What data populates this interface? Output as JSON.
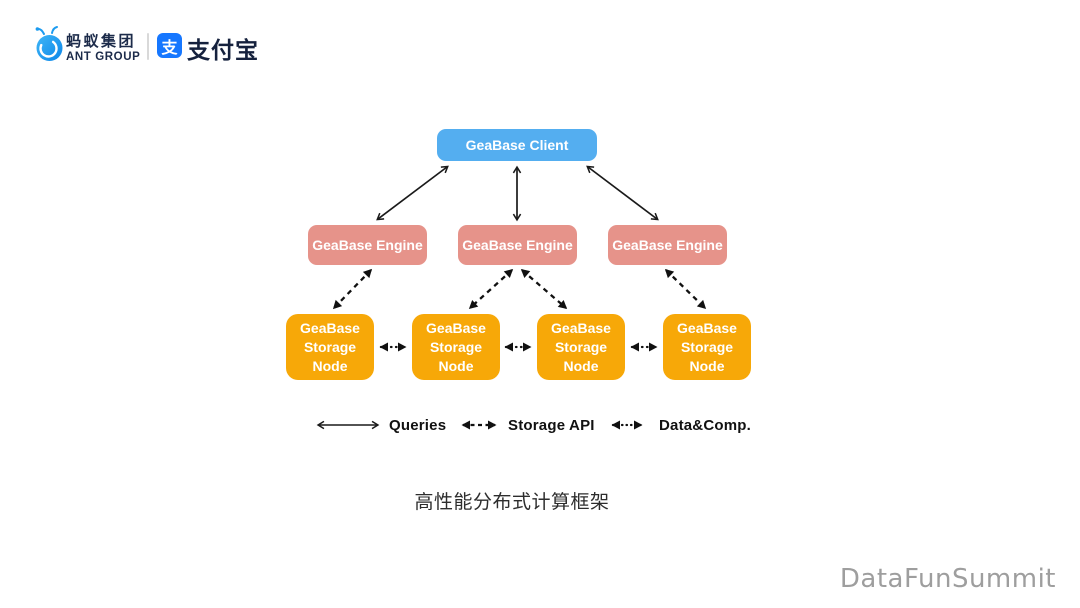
{
  "header": {
    "ant_group_cn": "蚂蚁集团",
    "ant_group_en": "ANT GROUP",
    "alipay_glyph": "支",
    "alipay_name": "支付宝"
  },
  "diagram": {
    "client_label": "GeaBase Client",
    "engines": [
      "GeaBase Engine",
      "GeaBase Engine",
      "GeaBase Engine"
    ],
    "storage_nodes": [
      "GeaBase\nStorage\nNode",
      "GeaBase\nStorage\nNode",
      "GeaBase\nStorage\nNode",
      "GeaBase\nStorage\nNode"
    ],
    "colors": {
      "client_blue": "#54AEF0",
      "engine_salmon": "#E6938A",
      "storage_amber": "#F7A808",
      "alipay_blue": "#1677FF",
      "arrow_black": "#1a1a1a",
      "watermark_gray": "#9e9e9e"
    }
  },
  "legend": {
    "items": [
      {
        "style": "solid",
        "label": "Queries"
      },
      {
        "style": "dashed",
        "label": "Storage API"
      },
      {
        "style": "dotted",
        "label": "Data&Comp."
      }
    ]
  },
  "caption": "高性能分布式计算框架",
  "watermark": "DataFunSummit"
}
